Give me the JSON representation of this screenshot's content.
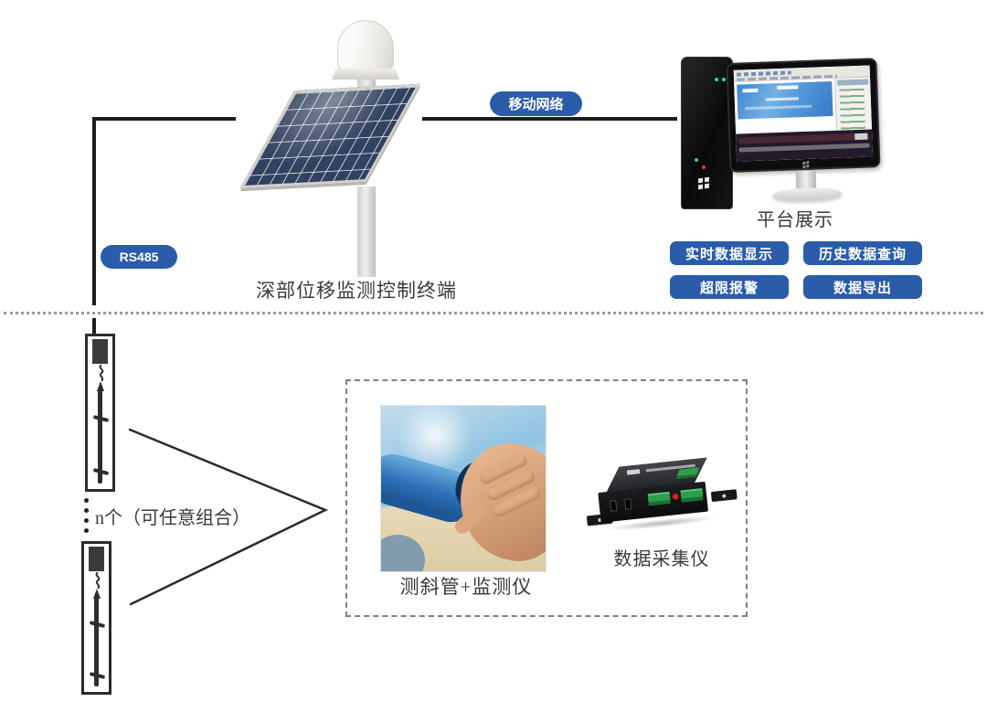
{
  "connections": {
    "mobile_network_label": "移动网络",
    "rs485_label": "RS485"
  },
  "terminal": {
    "label": "深部位移监测控制终端"
  },
  "platform": {
    "label": "平台展示",
    "features": [
      "实时数据显示",
      "历史数据查询",
      "超限报警",
      "数据导出"
    ]
  },
  "sensors": {
    "note": "n个（可任意组合）"
  },
  "collection": {
    "inclinometer_label": "测斜管+监测仪",
    "collector_label": "数据采集仪"
  },
  "colors": {
    "accent_blue": "#2a5caa",
    "line_dark": "#1d1d1d",
    "dashed_gray": "#808080"
  }
}
